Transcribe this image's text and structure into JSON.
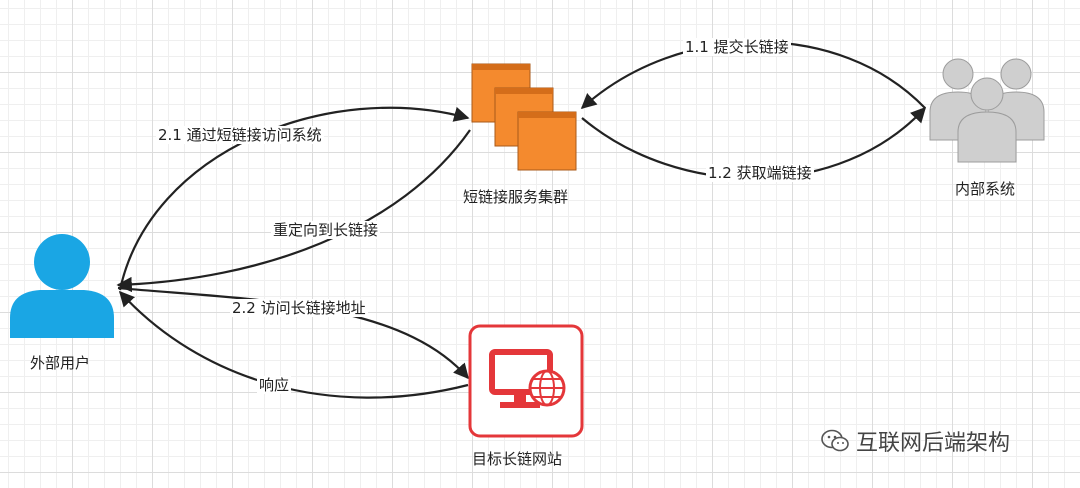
{
  "nodes": {
    "cluster": "短链接服务集群",
    "internal": "内部系统",
    "user": "外部用户",
    "target": "目标长链网站"
  },
  "edges": {
    "e1_1": "1.1 提交长链接",
    "e1_2": "1.2 获取端链接",
    "e2_1": "2.1 通过短链接访问系统",
    "redirect": "重定向到长链接",
    "e2_2": "2.2 访问长链接地址",
    "response": "响应"
  },
  "watermark": "互联网后端架构",
  "colors": {
    "cluster_orange": "#f48a2e",
    "user_blue": "#1aa6e4",
    "internal_gray": "#cfcfcf",
    "target_red": "#e4373a"
  }
}
